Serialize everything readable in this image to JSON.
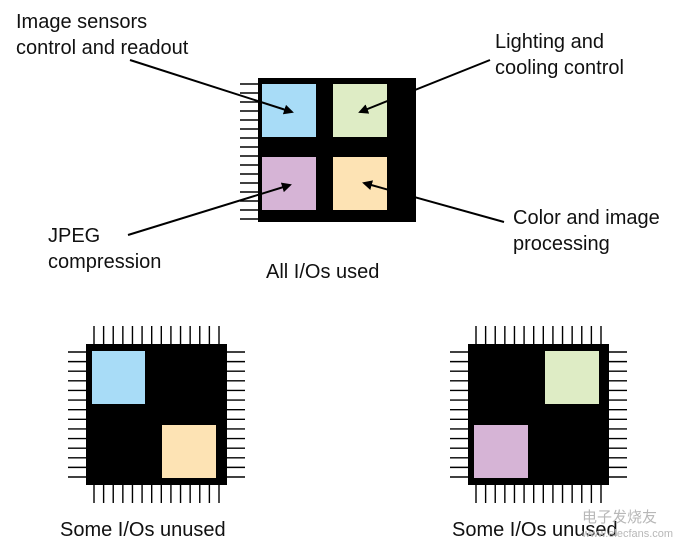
{
  "labels": {
    "image_sensors": [
      "Image sensors",
      "control and readout"
    ],
    "lighting": [
      "Lighting and",
      "cooling control"
    ],
    "jpeg": [
      "JPEG",
      "compression"
    ],
    "color_image": [
      "Color and image",
      "processing"
    ]
  },
  "captions": {
    "all_used": "All I/Os used",
    "some_unused_left": "Some I/Os unused",
    "some_unused_right": "Some I/Os unused"
  },
  "colors": {
    "chip_body": "#000000",
    "pin": "#000000",
    "block_image_sensors": "#a8dcf7",
    "block_lighting": "#deecc5",
    "block_jpeg": "#d6b4d6",
    "block_color_image": "#fde3b4"
  },
  "watermark": {
    "text": "电子发烧友",
    "site": "www.elecfans.com"
  }
}
